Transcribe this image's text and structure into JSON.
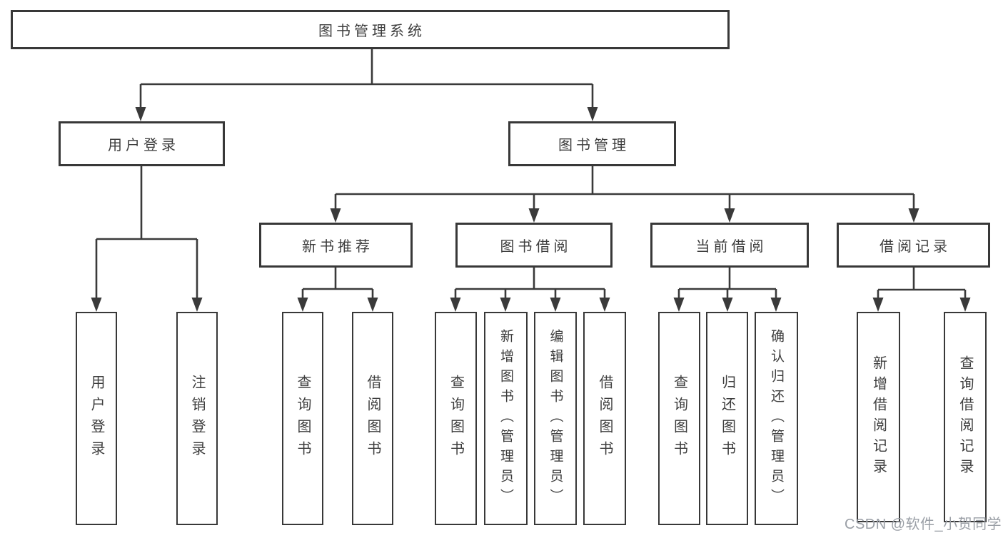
{
  "nodes": {
    "root": "图书管理系统",
    "login": "用户登录",
    "mgmt": "图书管理",
    "recommend": "新书推荐",
    "borrow": "图书借阅",
    "current": "当前借阅",
    "records": "借阅记录",
    "leaf_user_login": "用户登录",
    "leaf_logout": "注销登录",
    "leaf_nb_query": "查询图书",
    "leaf_nb_borrow": "借阅图书",
    "leaf_bb_query": "查询图书",
    "leaf_bb_add": "新增图书（管理员）",
    "leaf_bb_edit": "编辑图书（管理员）",
    "leaf_bb_borrow": "借阅图书",
    "leaf_cb_query": "查询图书",
    "leaf_cb_return": "归还图书",
    "leaf_cb_confirm": "确认归还（管理员）",
    "leaf_br_add": "新增借阅记录",
    "leaf_br_query": "查询借阅记录"
  },
  "edges": {
    "root": [
      "login",
      "mgmt"
    ],
    "login": [
      "leaf_user_login",
      "leaf_logout"
    ],
    "mgmt": [
      "recommend",
      "borrow",
      "current",
      "records"
    ],
    "recommend": [
      "leaf_nb_query",
      "leaf_nb_borrow"
    ],
    "borrow": [
      "leaf_bb_query",
      "leaf_bb_add",
      "leaf_bb_edit",
      "leaf_bb_borrow"
    ],
    "current": [
      "leaf_cb_query",
      "leaf_cb_return",
      "leaf_cb_confirm"
    ],
    "records": [
      "leaf_br_add",
      "leaf_br_query"
    ]
  },
  "watermark": {
    "text": "CSDN @软件_小贺同学"
  },
  "colors": {
    "background": "#ffffff",
    "box_border": "#383838",
    "line": "#3a3a3a",
    "text": "#3d3d3d",
    "watermark": "#9a9fa6"
  }
}
